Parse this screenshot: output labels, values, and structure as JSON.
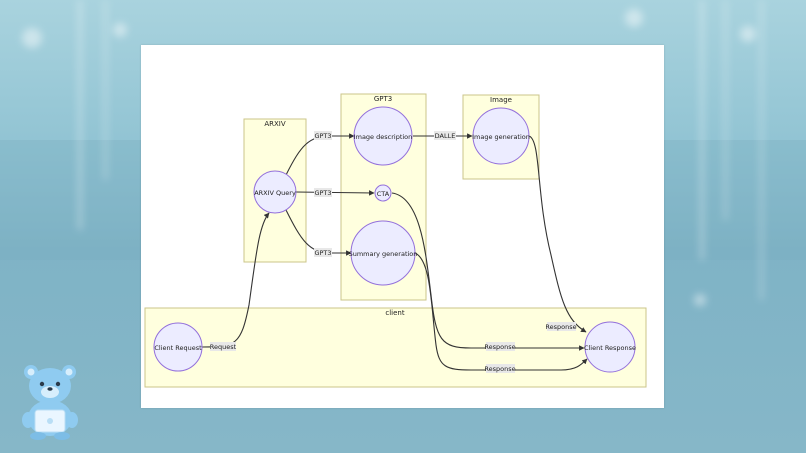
{
  "diagram": {
    "groups": {
      "arxiv": "ARXIV",
      "gpt3": "GPT3",
      "image": "Image",
      "client": "client"
    },
    "nodes": {
      "client_request": "Client Request",
      "arxiv_query": "ARXIV Query",
      "image_description": "Image description",
      "cta": "CTA",
      "summary_generation": "Summary generation",
      "image_generation": "Image generation",
      "client_response": "Client Response"
    },
    "edges": {
      "request": "Request",
      "gpt3_desc": "GPT3",
      "gpt3_cta": "GPT3",
      "gpt3_summary": "GPT3",
      "dalle": "DALLE",
      "response_image": "Response",
      "response_cta": "Response",
      "response_summary": "Response"
    }
  },
  "colors": {
    "group_fill": "#ffffde",
    "node_fill": "#ececff",
    "node_stroke": "#9370db",
    "background": "#8fc2d2"
  },
  "mascot_icon": "bear-with-laptop-icon"
}
